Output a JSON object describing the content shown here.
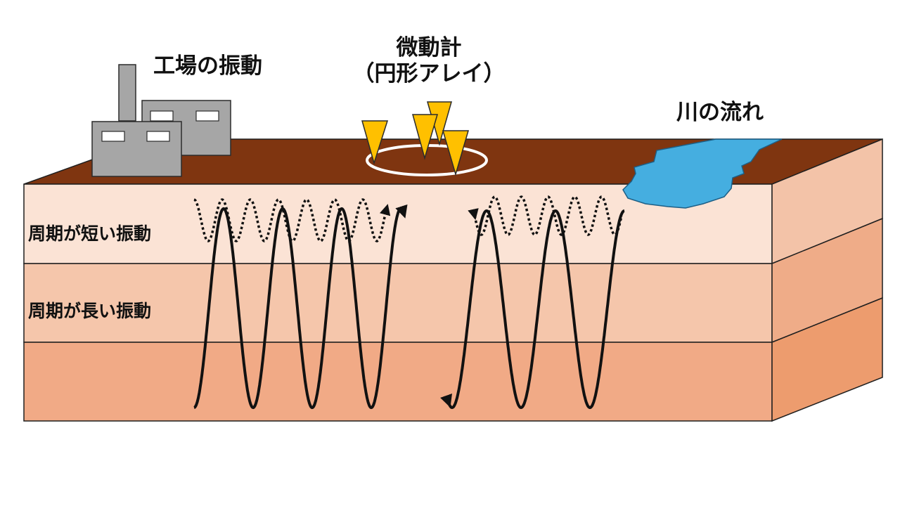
{
  "labels": {
    "factory": "工場の振動",
    "sensor_line1": "微動計",
    "sensor_line2": "（円形アレイ）",
    "river": "川の流れ",
    "short_period": "周期が短い振動",
    "long_period": "周期が長い振動"
  },
  "colors": {
    "ground_surface": "#7f3510",
    "layer_top": "#fbe3d5",
    "layer_middle": "#f5c6ab",
    "layer_bottom": "#f1aa86",
    "side_top": "#f3c3a8",
    "side_middle": "#efac88",
    "side_bottom": "#ed9c6e",
    "river": "#45aee0",
    "factory": "#a6a6a6",
    "sensor": "#ffc000",
    "wave": "#000000"
  },
  "icons": {
    "factory": "factory-icon",
    "sensor": "seismometer-triangle-icon",
    "river": "river-icon"
  }
}
